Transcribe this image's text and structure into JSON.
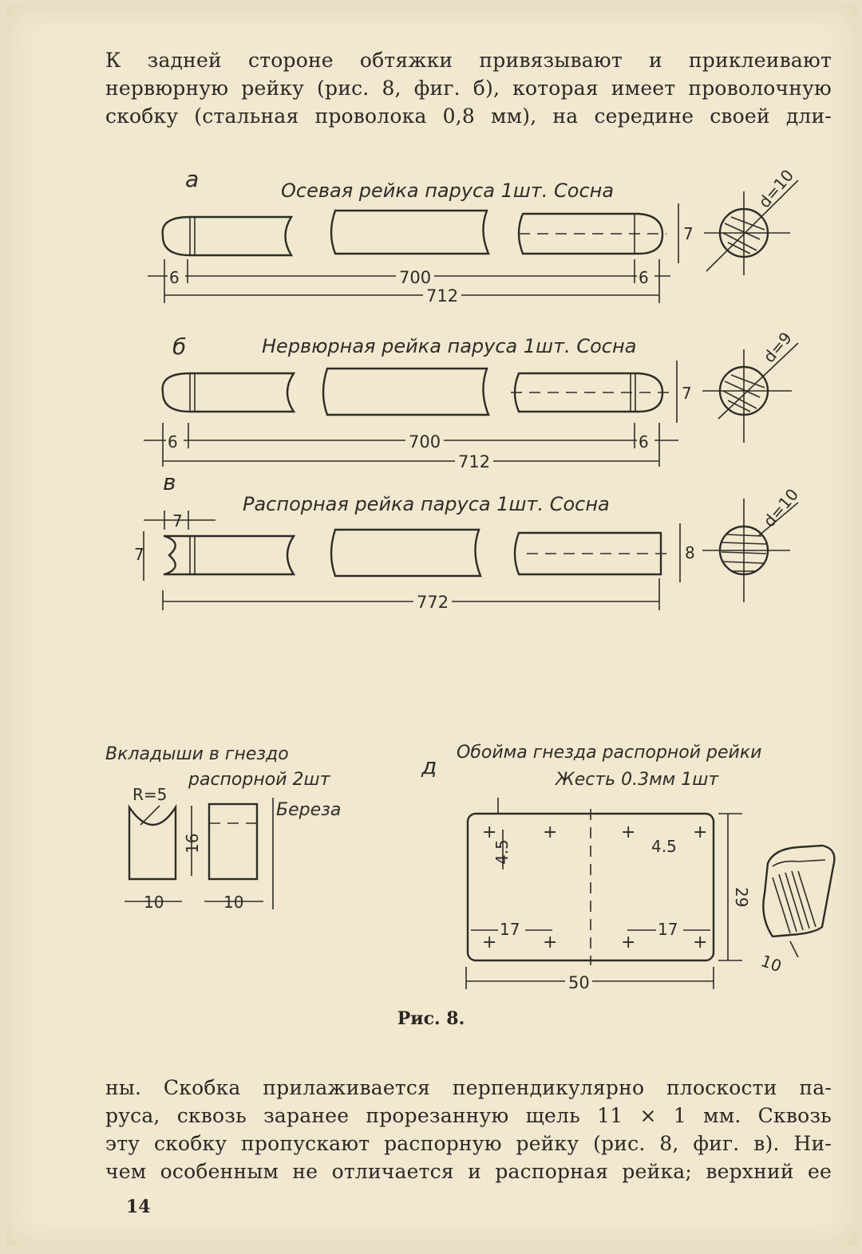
{
  "paragraph_top": [
    "К задней стороне обтяжки привязывают и приклеивают",
    "нервюрную рейку (рис. 8, фиг. б), которая имеет проволочную",
    "скобку (стальная проволока 0,8 мм), на середине своей дли-"
  ],
  "figure": {
    "part_a": {
      "letter": "а",
      "title": "Осевая рейка паруса 1шт. Сосна",
      "dim_left": "6",
      "dim_main": "700",
      "dim_right": "6",
      "dim_total": "712",
      "dim_height": "7",
      "diameter": "d=10"
    },
    "part_b": {
      "letter": "б",
      "title": "Нервюрная рейка паруса 1шт. Сосна",
      "dim_left": "6",
      "dim_main": "700",
      "dim_right": "6",
      "dim_total": "712",
      "dim_height": "7",
      "diameter": "d=9"
    },
    "part_v": {
      "letter": "в",
      "title": "Распорная рейка паруса 1шт. Сосна",
      "dim_slot": "7",
      "dim_slot_h": "7",
      "dim_total": "772",
      "dim_height": "8",
      "diameter": "d=10"
    },
    "inserts": {
      "title_line1": "Вкладыши в гнездо",
      "title_line2": "распорной 2шт",
      "material": "Береза",
      "radius": "R=5",
      "height": "16",
      "width_left": "10",
      "width_right": "10"
    },
    "clip": {
      "letter": "д",
      "title_line1": "Обойма гнезда распорной рейки",
      "title_line2": "Жесть 0.3мм 1шт",
      "dim_left_v": "4.5",
      "dim_right_v": "4.5",
      "dim_height": "29",
      "dim_left_h": "17",
      "dim_right_h": "17",
      "dim_width": "50",
      "dim_side": "10"
    },
    "caption": "Рис. 8."
  },
  "paragraph_bottom": [
    "ны. Скобка прилаживается перпендикулярно плоскости па-",
    "руса, сквозь заранее прорезанную щель 11 × 1 мм. Сквозь",
    "эту скобку пропускают распорную рейку (рис. 8, фиг. в). Ни-",
    "чем особенным не отличается и распорная рейка; верхний ее"
  ],
  "page_number": "14"
}
